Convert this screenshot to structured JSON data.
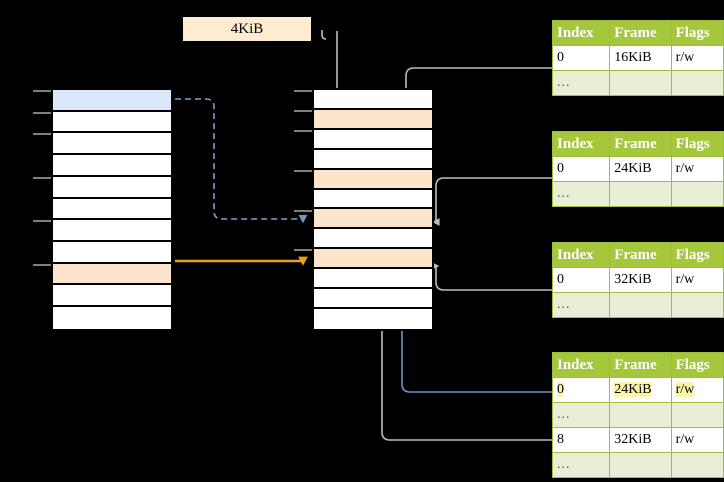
{
  "title": "Multi-level page table walk diagram",
  "page_size_label": {
    "text": "4KiB"
  },
  "colors": {
    "header_green": "#a6c63c",
    "row_alt_green": "#e9efd4",
    "highlight_yellow": "#fdf5a6",
    "peach": "#fde4cd",
    "blue_row": "#dbe8fb",
    "orange_arrow": "#e8a317",
    "blue_arrow": "#6f94c6",
    "grey_wire": "#bdbdbd"
  },
  "left_table": {
    "name": "virtual-address-page-list",
    "row_count": 11,
    "rows": [
      {
        "index": 0,
        "fill": "blue",
        "label": ""
      },
      {
        "index": 1,
        "fill": "white",
        "label": ""
      },
      {
        "index": 2,
        "fill": "white",
        "label": ""
      },
      {
        "index": 3,
        "fill": "white",
        "label": ""
      },
      {
        "index": 4,
        "fill": "white",
        "label": ""
      },
      {
        "index": 5,
        "fill": "white",
        "label": ""
      },
      {
        "index": 6,
        "fill": "white",
        "label": ""
      },
      {
        "index": 7,
        "fill": "white",
        "label": ""
      },
      {
        "index": 8,
        "fill": "peach",
        "label": ""
      },
      {
        "index": 9,
        "fill": "white",
        "label": ""
      },
      {
        "index": 10,
        "fill": "white",
        "label": ""
      }
    ]
  },
  "middle_table": {
    "name": "physical-frame-list",
    "row_count": 12,
    "rows": [
      {
        "index": 0,
        "fill": "white",
        "label": ""
      },
      {
        "index": 1,
        "fill": "peach",
        "label": ""
      },
      {
        "index": 2,
        "fill": "white",
        "label": ""
      },
      {
        "index": 3,
        "fill": "white",
        "label": ""
      },
      {
        "index": 4,
        "fill": "peach",
        "label": ""
      },
      {
        "index": 5,
        "fill": "white",
        "label": ""
      },
      {
        "index": 6,
        "fill": "peach",
        "label": ""
      },
      {
        "index": 7,
        "fill": "white",
        "label": ""
      },
      {
        "index": 8,
        "fill": "peach",
        "label": ""
      },
      {
        "index": 9,
        "fill": "white",
        "label": ""
      },
      {
        "index": 10,
        "fill": "white",
        "label": ""
      },
      {
        "index": 11,
        "fill": "white",
        "label": ""
      }
    ]
  },
  "pte_tables": [
    {
      "name": "pte-table-1",
      "headers": [
        "Index",
        "Frame",
        "Flags"
      ],
      "rows": [
        {
          "type": "data",
          "index": "0",
          "frame": "16KiB",
          "flags": "r/w",
          "highlight": false
        },
        {
          "type": "ellipsis",
          "index": "...",
          "frame": "",
          "flags": "",
          "highlight": false
        }
      ]
    },
    {
      "name": "pte-table-2",
      "headers": [
        "Index",
        "Frame",
        "Flags"
      ],
      "rows": [
        {
          "type": "data",
          "index": "0",
          "frame": "24KiB",
          "flags": "r/w",
          "highlight": false
        },
        {
          "type": "ellipsis",
          "index": "...",
          "frame": "",
          "flags": "",
          "highlight": false
        }
      ]
    },
    {
      "name": "pte-table-3",
      "headers": [
        "Index",
        "Frame",
        "Flags"
      ],
      "rows": [
        {
          "type": "data",
          "index": "0",
          "frame": "32KiB",
          "flags": "r/w",
          "highlight": false
        },
        {
          "type": "ellipsis",
          "index": "...",
          "frame": "",
          "flags": "",
          "highlight": false
        }
      ]
    },
    {
      "name": "pte-table-4",
      "headers": [
        "Index",
        "Frame",
        "Flags"
      ],
      "rows": [
        {
          "type": "data",
          "index": "0",
          "frame": "24KiB",
          "flags": "r/w",
          "highlight": true
        },
        {
          "type": "ellipsis",
          "index": "...",
          "frame": "",
          "flags": "",
          "highlight": false
        },
        {
          "type": "data",
          "index": "8",
          "frame": "32KiB",
          "flags": "r/w",
          "highlight": false
        },
        {
          "type": "ellipsis",
          "index": "...",
          "frame": "",
          "flags": "",
          "highlight": false
        }
      ]
    }
  ]
}
